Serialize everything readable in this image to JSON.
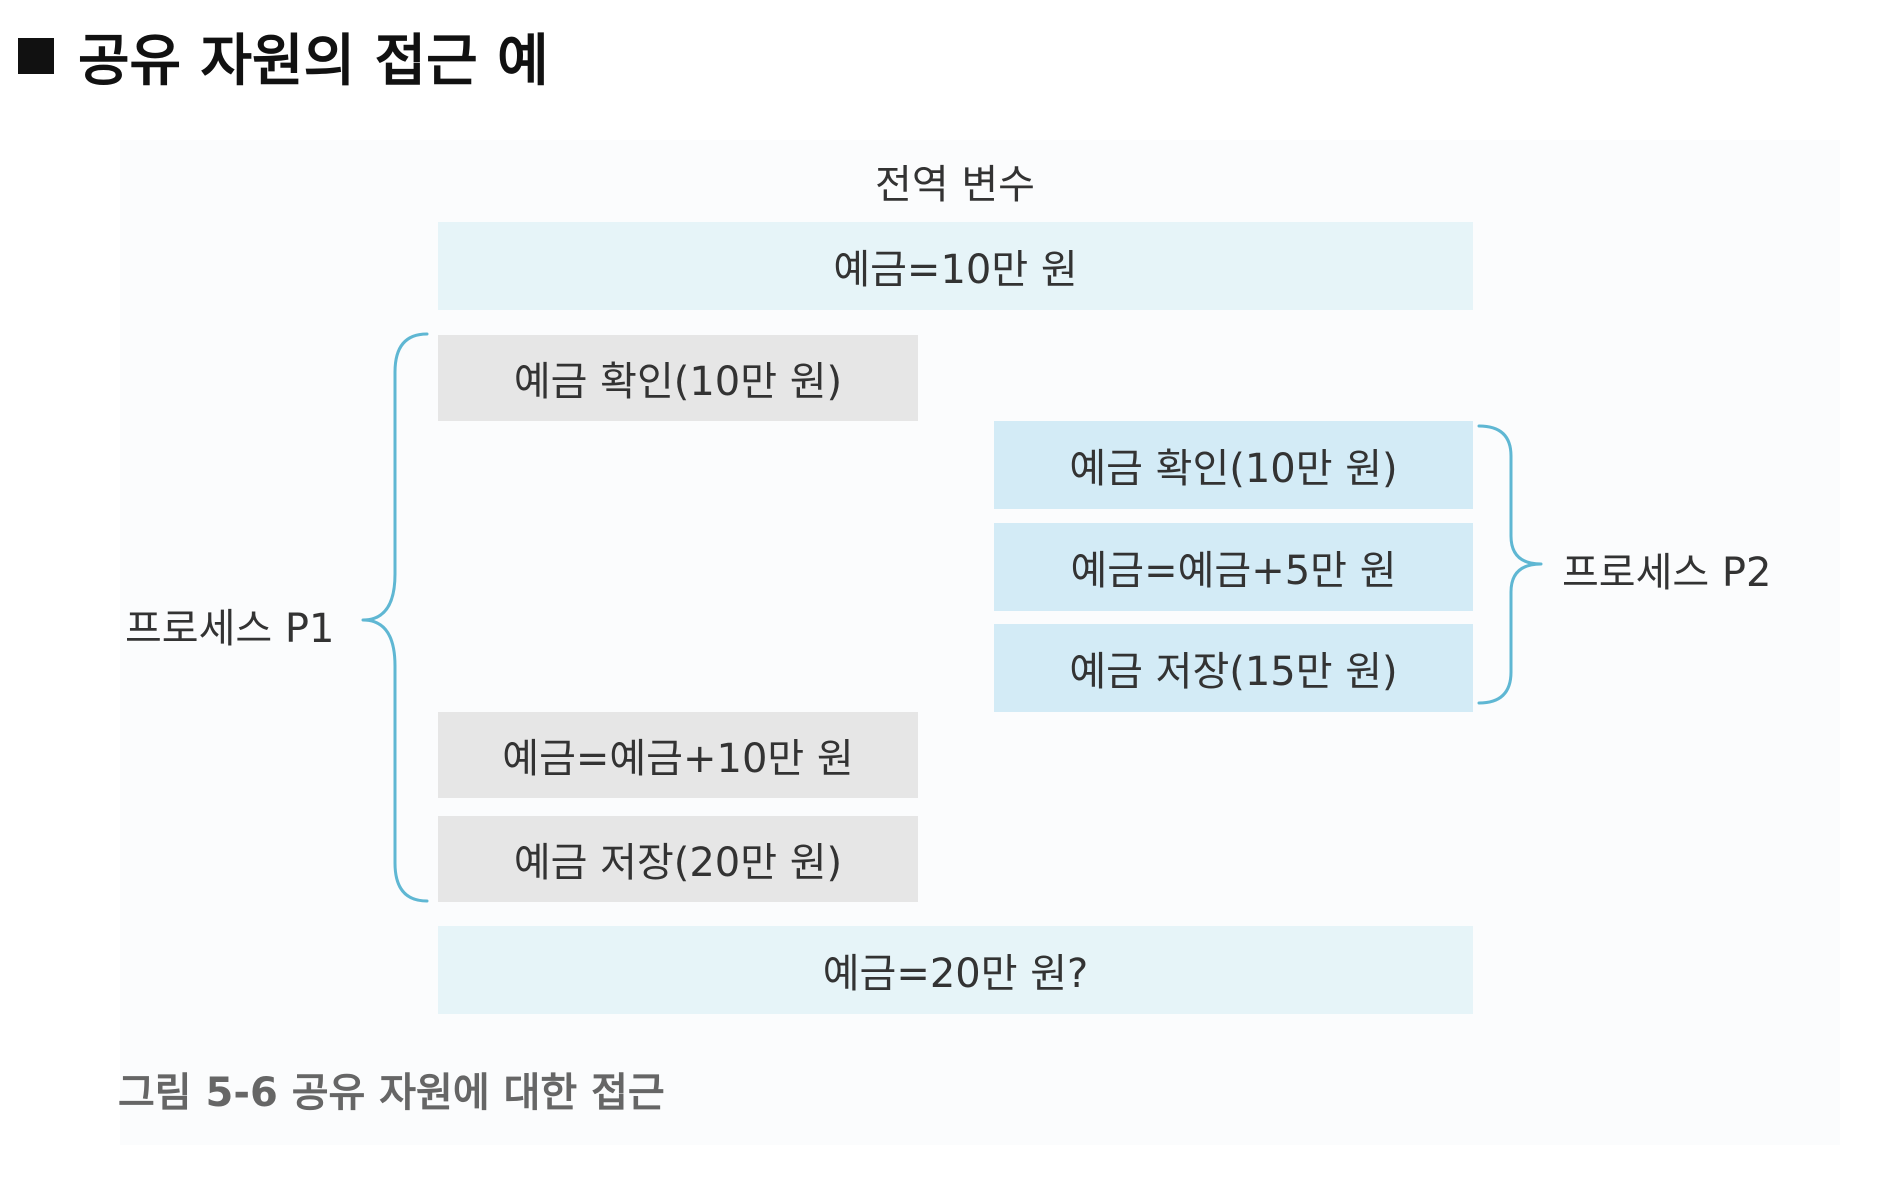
{
  "heading": {
    "title": "공유 자원의 접근 예"
  },
  "diagram": {
    "global_label": "전역 변수",
    "global_top": "예금=10만 원",
    "global_bottom": "예금=20만 원?",
    "process1": {
      "label": "프로세스 P1",
      "steps": [
        "예금 확인(10만 원)",
        "예금=예금+10만 원",
        "예금 저장(20만 원)"
      ]
    },
    "process2": {
      "label": "프로세스 P2",
      "steps": [
        "예금 확인(10만 원)",
        "예금=예금+5만 원",
        "예금 저장(15만 원)"
      ]
    }
  },
  "caption": "그림 5-6  공유 자원에 대한 접근",
  "colors": {
    "global_fill": "#e6f4f8",
    "p1_fill": "#e6e6e6",
    "p2_fill": "#d3ebf6",
    "brace": "#5fb7d3"
  }
}
